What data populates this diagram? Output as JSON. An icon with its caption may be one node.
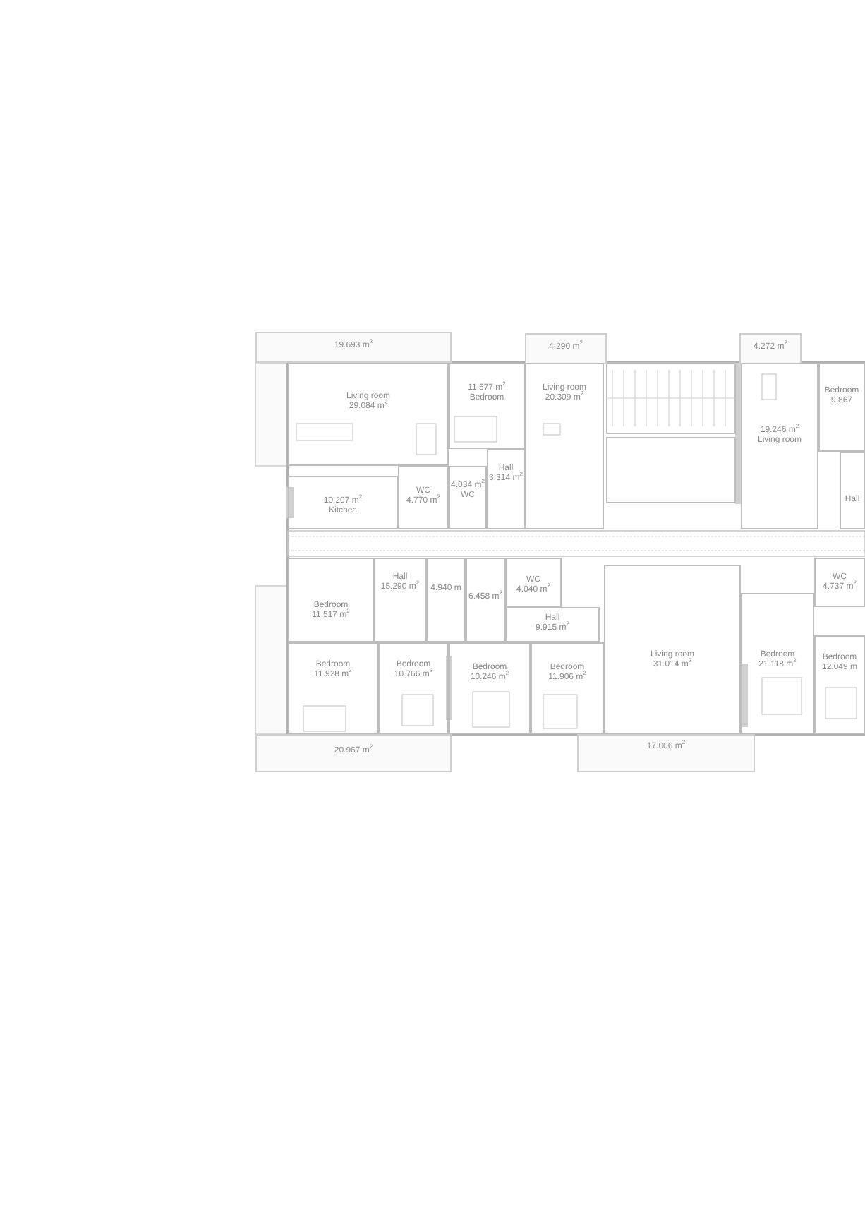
{
  "diagram": {
    "nodes": [
      {
        "text": [
          "19.693 m$^{2}$"
        ]
      },
      {
        "text": [
          "4.290 m$^{2}$"
        ]
      },
      {
        "text": [
          "4.272 m$^{2}$"
        ]
      },
      {
        "text": [
          "Living room",
          "29.084 m$^{2}$"
        ]
      },
      {
        "text": [
          "11.577 m$^{2}$",
          "Bedroom"
        ]
      },
      {
        "text": [
          "Living room",
          "20.309 m$^{2}$"
        ]
      },
      {
        "text": [
          "19.246 m$^{2}$",
          "Living room"
        ]
      },
      {
        "text": [
          "Bedroom",
          "9.867"
        ]
      },
      {
        "text": [
          "10.207 m$^{2}$",
          "Kitchen"
        ]
      },
      {
        "text": [
          "WC",
          "4.770 m$^{2}$"
        ]
      },
      {
        "text": [
          "4.034 m$^{2}$",
          "WC"
        ]
      },
      {
        "text": [
          "Hall",
          "3.314 m$^{2}$"
        ]
      },
      {
        "text": [
          "Hall"
        ]
      },
      {
        "text": [
          "Bedroom",
          "11.517 m$^{2}$"
        ]
      },
      {
        "text": [
          "Hall",
          "15.290 m$^{2}$"
        ]
      },
      {
        "text": [
          "4.940 m"
        ]
      },
      {
        "text": [
          "6.458 m$^{2}$"
        ]
      },
      {
        "text": [
          "WC",
          "4.040 m$^{2}$"
        ]
      },
      {
        "text": [
          "Hall",
          "9.915 m$^{2}$"
        ]
      },
      {
        "text": [
          "WC",
          "4.737 m$^{2}$"
        ]
      },
      {
        "text": [
          "Living room",
          "31.014 m$^{2}$"
        ]
      },
      {
        "text": [
          "Bedroom",
          "11.928 m$^{2}$"
        ]
      },
      {
        "text": [
          "Bedroom",
          "10.766 m$^{2}$"
        ]
      },
      {
        "text": [
          "Bedroom",
          "10.246 m$^{2}$"
        ]
      },
      {
        "text": [
          "Bedroom",
          "11.906 m$^{2}$"
        ]
      },
      {
        "text": [
          "Bedroom",
          "21.118 m$^{2}$"
        ]
      },
      {
        "text": [
          "Bedroom",
          "12.049 m"
        ]
      },
      {
        "text": [
          "20.967 m$^{2}$"
        ]
      },
      {
        "text": [
          "17.006 m$^{2}$"
        ]
      }
    ]
  }
}
